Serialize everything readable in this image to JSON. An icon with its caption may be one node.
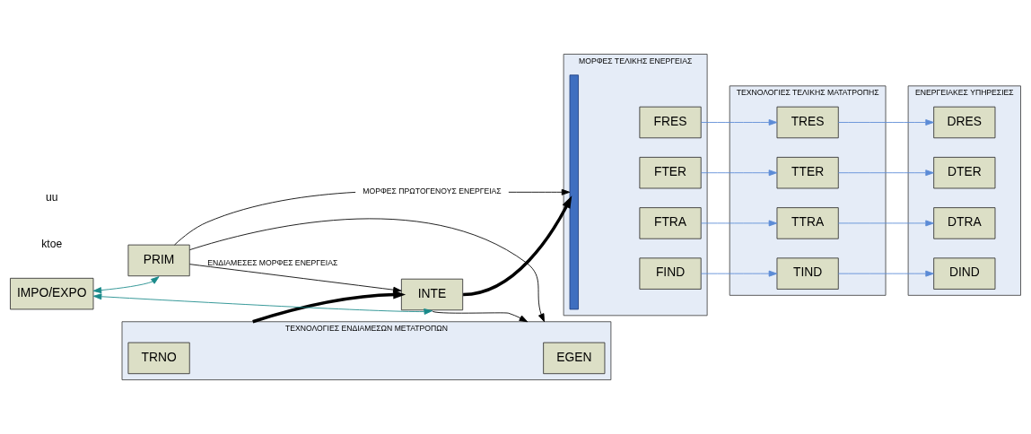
{
  "diagram": {
    "nodes": [
      {
        "text": [
          "ΜΟΡΦΕΣ ΠΡΩΤΟΓΕΝΟΥΣ ΕΝΕΡΓΕΙΑΣ"
        ]
      },
      {
        "text": [
          "PRIM"
        ]
      },
      {
        "text": [
          "ΤΕΧΝΟΛΟΓΙΕΣ ΕΝΔΙΑΜΕΣΩΝ ΜΕΤΑΤΡΟΠΩΝ"
        ]
      },
      {
        "text": [
          "TRNO"
        ],
        "in": 2
      },
      {
        "text": [
          "EGEN"
        ],
        "in": 2
      },
      {
        "text": [
          "INTE"
        ]
      },
      {
        "text": [
          "ΜΟΡΦΕΣ ΤΕΛΙΚΗΣ ΕΝΕΡΓΕΙΑΣ"
        ]
      },
      {
        "text": [],
        "shape": "bar",
        "in": 6
      },
      {
        "text": [
          "FRES"
        ],
        "in": 6
      },
      {
        "text": [
          "FTER"
        ],
        "in": 6
      },
      {
        "text": [
          "FTRA"
        ],
        "in": 6
      },
      {
        "text": [
          "FIND"
        ],
        "in": 6
      },
      {
        "text": [
          "ΤΕΧΝΟΛΟΓΙΕΣ ΤΕΛΙΚΗΣ ΜΑΤΑΤΡΟΠΗΣ"
        ]
      },
      {
        "text": [
          "TRES"
        ],
        "in": 12
      },
      {
        "text": [
          "TTER"
        ],
        "in": 12
      },
      {
        "text": [
          "TTRA"
        ],
        "in": 12
      },
      {
        "text": [
          "TIND"
        ],
        "in": 12
      },
      {
        "text": [
          "ΕΝΕΡΓΕΙΑΚΕΣ ΥΠΗΡΕΣΙΕΣ"
        ]
      },
      {
        "text": [
          "DRES"
        ],
        "in": 17
      },
      {
        "text": [
          "DTER"
        ],
        "in": 17
      },
      {
        "text": [
          "DTRA"
        ],
        "in": 17
      },
      {
        "text": [
          "DIND"
        ],
        "in": 17
      },
      {
        "text": [
          "IMPO/EXPO"
        ]
      }
    ],
    "edges": [
      {
        "from": 1,
        "to": 0,
        "arrow": "none",
        "color": "#000000"
      },
      {
        "from": 0,
        "to": 7,
        "arrow": "to",
        "color": "#000000"
      },
      {
        "from": 1,
        "to": 5,
        "arrow": "to",
        "label": "ΕΝΔΙΑΜΕΣΕΣ ΜΟΡΦΕΣ ΕΝΕΡΓΕΙΑΣ",
        "color": "#000000"
      },
      {
        "from": 1,
        "to": 2,
        "arrow": "to",
        "color": "#000000"
      },
      {
        "from": 2,
        "to": 5,
        "arrow": "to",
        "style": "thick",
        "color": "#000000"
      },
      {
        "from": 5,
        "to": 2,
        "arrow": "to",
        "color": "#000000"
      },
      {
        "from": 5,
        "to": 7,
        "arrow": "to",
        "style": "thick",
        "color": "#000000"
      },
      {
        "from": 8,
        "to": 13,
        "arrow": "to",
        "color": "#5b8bd6"
      },
      {
        "from": 9,
        "to": 14,
        "arrow": "to",
        "color": "#5b8bd6"
      },
      {
        "from": 10,
        "to": 15,
        "arrow": "to",
        "color": "#5b8bd6"
      },
      {
        "from": 11,
        "to": 16,
        "arrow": "to",
        "color": "#5b8bd6"
      },
      {
        "from": 13,
        "to": 18,
        "arrow": "to",
        "color": "#5b8bd6"
      },
      {
        "from": 14,
        "to": 19,
        "arrow": "to",
        "color": "#5b8bd6"
      },
      {
        "from": 15,
        "to": 20,
        "arrow": "to",
        "color": "#5b8bd6"
      },
      {
        "from": 16,
        "to": 21,
        "arrow": "to",
        "color": "#5b8bd6"
      },
      {
        "from": 22,
        "to": 1,
        "arrow": "both",
        "color": "#1a8a8a"
      },
      {
        "from": 22,
        "to": 5,
        "arrow": "both",
        "color": "#1a8a8a"
      }
    ],
    "labels": [
      "ktoe",
      "uu"
    ]
  }
}
